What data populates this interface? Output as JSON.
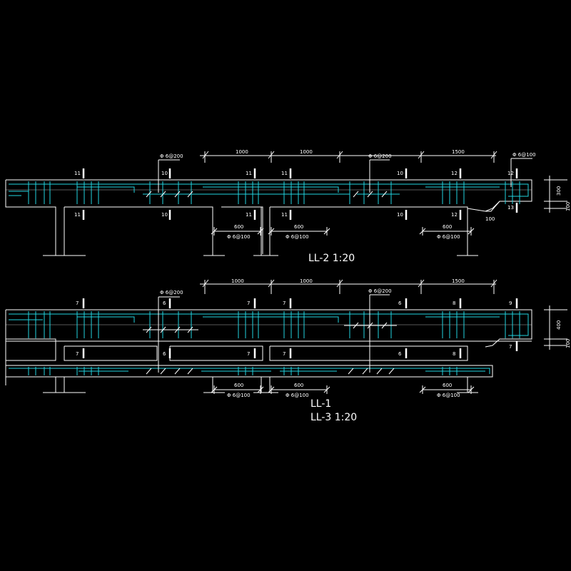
{
  "colors": {
    "background": "#000000",
    "outline": "#ffffff",
    "rebar": "#22d3e0"
  },
  "titles": {
    "ll2": "LL-2  1:20",
    "ll1": "LL-1",
    "ll3": "LL-3  1:20"
  },
  "ll2": {
    "dim_top": [
      "1000",
      "1000",
      "1500"
    ],
    "callouts_top": [
      "Φ 6@200",
      "Φ 6@200",
      "Φ 6@100"
    ],
    "sections_top": [
      "11",
      "10",
      "11",
      "11",
      "10",
      "12",
      "12"
    ],
    "sections_bottom": [
      "11",
      "10",
      "11",
      "11",
      "10",
      "12",
      "13"
    ],
    "dim_bottom": [
      "600",
      "600",
      "600"
    ],
    "callouts_bottom": [
      "Φ 6@100",
      "Φ 6@100",
      "Φ 6@100"
    ],
    "dim_side": [
      "300",
      "100"
    ],
    "dim_haunch": "100"
  },
  "ll13": {
    "dim_top": [
      "1000",
      "1000",
      "1500"
    ],
    "callouts_top": [
      "Φ 6@200",
      "Φ 6@200"
    ],
    "sections_top": [
      "7",
      "6",
      "7",
      "7",
      "6",
      "8",
      "9"
    ],
    "sections_mid": [
      "7",
      "6",
      "7",
      "7",
      "6",
      "8",
      "7"
    ],
    "dim_bottom": [
      "600",
      "600",
      "600"
    ],
    "callouts_bottom": [
      "Φ 6@100",
      "Φ 6@100",
      "Φ 6@100"
    ],
    "dim_side": [
      "400",
      "100"
    ]
  }
}
